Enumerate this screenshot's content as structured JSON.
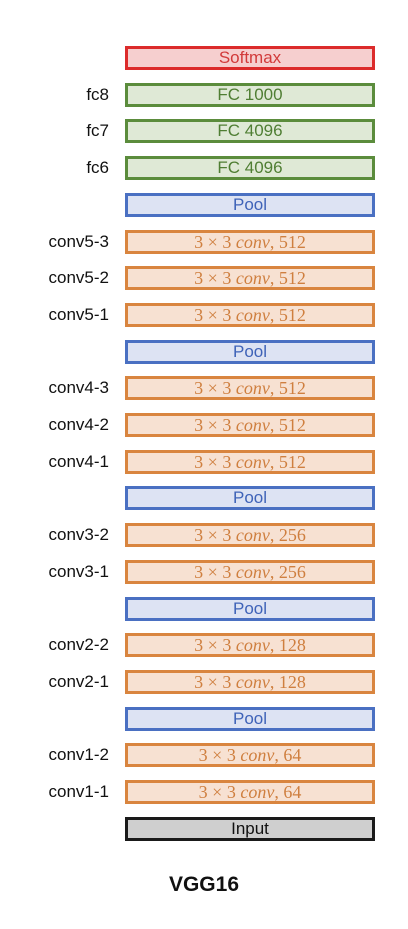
{
  "colors": {
    "softmax": {
      "border": "#dc2b2b",
      "fill": "#f6cfcf",
      "text": "#d23a3a"
    },
    "fc": {
      "border": "#5b8c3c",
      "fill": "#dfe9d6",
      "text": "#4f7e33"
    },
    "pool": {
      "border": "#4a70c2",
      "fill": "#dde3f3",
      "text": "#3f63b8"
    },
    "conv": {
      "border": "#d9853f",
      "fill": "#f7e1d2",
      "text": "#cf7f3f"
    },
    "input": {
      "border": "#1a1a1a",
      "fill": "#cfcfcf",
      "text": "#111111"
    }
  },
  "layers": [
    {
      "kind": "softmax",
      "label": "",
      "text": "Softmax"
    },
    {
      "kind": "fc",
      "label": "fc8",
      "text": "FC 1000"
    },
    {
      "kind": "fc",
      "label": "fc7",
      "text": "FC 4096"
    },
    {
      "kind": "fc",
      "label": "fc6",
      "text": "FC 4096"
    },
    {
      "kind": "pool",
      "label": "",
      "text": "Pool"
    },
    {
      "kind": "conv",
      "label": "conv5-3",
      "op": "conv",
      "channels": "512"
    },
    {
      "kind": "conv",
      "label": "conv5-2",
      "op": "conv",
      "channels": "512"
    },
    {
      "kind": "conv",
      "label": "conv5-1",
      "op": "conv",
      "channels": "512"
    },
    {
      "kind": "pool",
      "label": "",
      "text": "Pool"
    },
    {
      "kind": "conv",
      "label": "conv4-3",
      "op": "conv",
      "channels": "512"
    },
    {
      "kind": "conv",
      "label": "conv4-2",
      "op": "conv",
      "channels": "512"
    },
    {
      "kind": "conv",
      "label": "conv4-1",
      "op": "conv",
      "channels": "512"
    },
    {
      "kind": "pool",
      "label": "",
      "text": "Pool"
    },
    {
      "kind": "conv",
      "label": "conv3-2",
      "op": "conv",
      "channels": "256"
    },
    {
      "kind": "conv",
      "label": "conv3-1",
      "op": "conv",
      "channels": "256"
    },
    {
      "kind": "pool",
      "label": "",
      "text": "Pool"
    },
    {
      "kind": "conv",
      "label": "conv2-2",
      "op": "conv",
      "channels": "128"
    },
    {
      "kind": "conv",
      "label": "conv2-1",
      "op": "conv",
      "channels": "128"
    },
    {
      "kind": "pool",
      "label": "",
      "text": "Pool"
    },
    {
      "kind": "conv",
      "label": "conv1-2",
      "op": "conv",
      "channels": "64"
    },
    {
      "kind": "conv",
      "label": "conv1-1",
      "op": "conv",
      "channels": "64"
    },
    {
      "kind": "input",
      "label": "",
      "text": "Input"
    }
  ],
  "conv_prefix": "3 × 3 ",
  "conv_sep": ", ",
  "caption": "VGG16"
}
